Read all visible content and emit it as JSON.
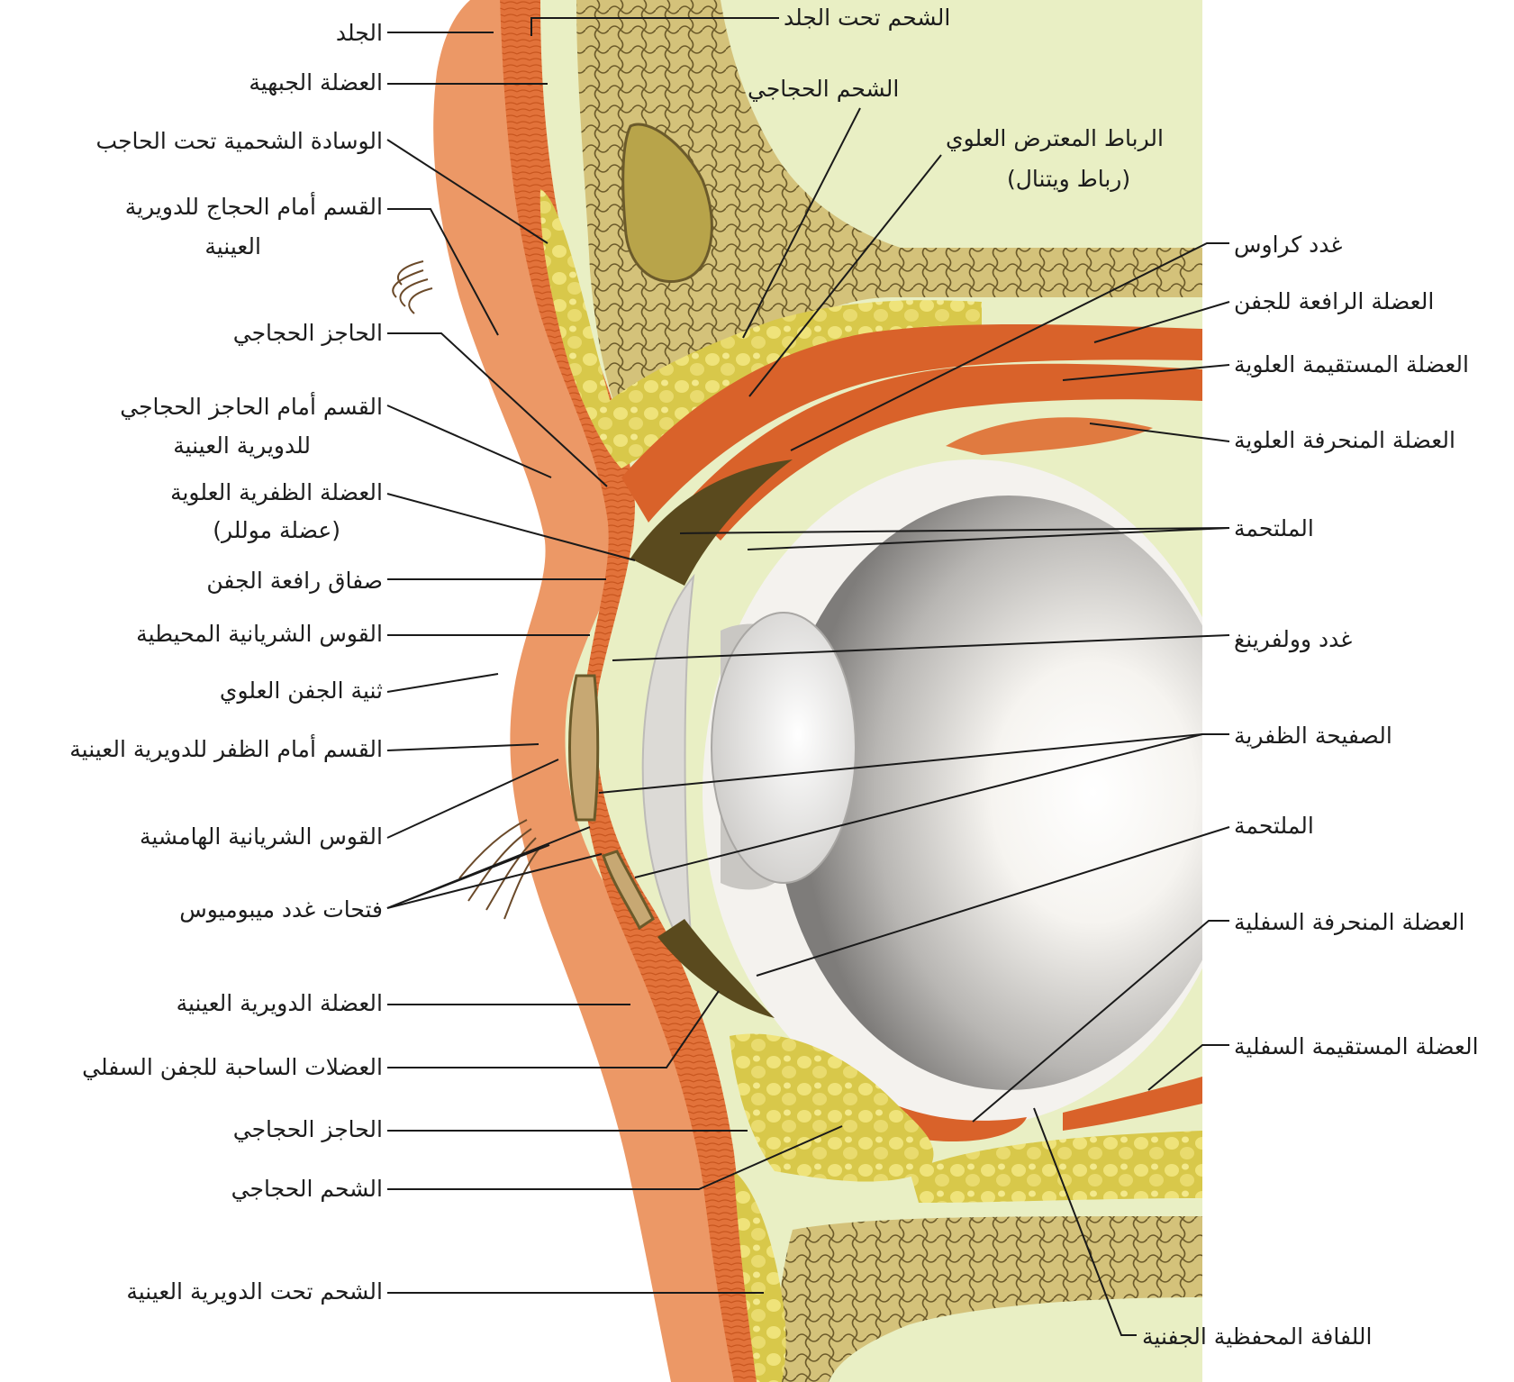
{
  "labels_left": [
    "الجلد",
    "العضلة الجبهية",
    "الوسادة الشحمية تحت الحاجب",
    "القسم أمام الحجاج للدويرية",
    "العينية",
    "الحاجز الحجاجي",
    "القسم أمام الحاجز الحجاجي",
    "للدويرية العينية",
    "العضلة الظفرية العلوية",
    "(عضلة موللر)",
    "صفاق رافعة الجفن",
    "القوس الشريانية المحيطية",
    "ثنية الجفن العلوي",
    "القسم أمام الظفر للدويرية العينية",
    "القوس الشريانية الهامشية",
    "فتحات غدد ميبوميوس",
    "العضلة الدويرية العينية",
    "العضلات الساحبة للجفن السفلي",
    "الحاجز الحجاجي",
    "الشحم الحجاجي",
    "الشحم تحت الدويرية العينية"
  ],
  "labels_right": [
    "الشحم تحت الجلد",
    "الشحم الحجاجي",
    "الرباط المعترض العلوي",
    "(رباط ويتنال)",
    "غدد كراوس",
    "العضلة الرافعة للجفن",
    "العضلة المستقيمة العلوية",
    "العضلة المنحرفة العلوية",
    "الملتحمة",
    "غدد وولفرينغ",
    "الصفيحة الظفرية",
    "الملتحمة",
    "العضلة المنحرفة السفلية",
    "العضلة المستقيمة السفلية",
    "اللفافة المحفظية الجفنية"
  ],
  "colors": {
    "skin": "#e8844a",
    "muscle": "#d9622a",
    "fat": "#c9b43a",
    "fat_light": "#e6dc7a",
    "bone": "#c8b86a",
    "connective": "#e9efc4",
    "sclera": "#f4f2ee",
    "eye_gray": "#9a9a9a",
    "dark": "#6b5a2a"
  }
}
